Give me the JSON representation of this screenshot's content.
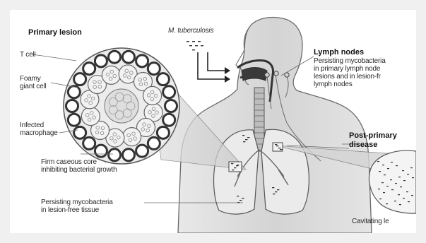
{
  "diagram": {
    "labels": {
      "primary_lesion": "Primary lesion",
      "t_cell": "T cell",
      "foamy_giant_cell_line1": "Foamy",
      "foamy_giant_cell_line2": "giant cell",
      "infected_macrophage_line1": "Infected",
      "infected_macrophage_line2": "macrophage",
      "caseous_core_line1": "Firm caseous core",
      "caseous_core_line2": "inhibiting bacterial growth",
      "persisting_lesion_free_line1": "Persisting mycobacteria",
      "persisting_lesion_free_line2": "in lesion-free tissue",
      "m_tuberculosis": "M. tuberculosis",
      "lymph_nodes_title": "Lymph nodes",
      "lymph_nodes_line1": "Persisting mycobacteria",
      "lymph_nodes_line2": "in primary lymph node",
      "lymph_nodes_line3": "lesions and in lesion-fr",
      "lymph_nodes_line4": "lymph nodes",
      "post_primary_line1": "Post-primary",
      "post_primary_line2": "disease",
      "cavitating_lesion": "Cavitating le"
    },
    "colors": {
      "outline": "#555555",
      "body_fill": "#d9d9d9",
      "lesion_fill": "#ececec",
      "bacteria": "#333333"
    }
  }
}
